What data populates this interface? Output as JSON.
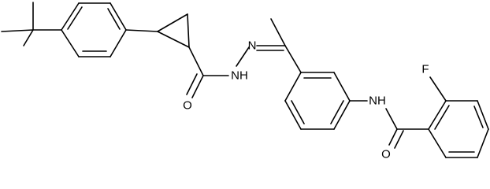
{
  "molecule": {
    "labels": {
      "amide_nh": "NH",
      "amide_o": "O",
      "hydrazone_nh": "NH",
      "imine_n": "N",
      "anilide_nh": "NH",
      "benzamide_o": "O",
      "fluorine": "F"
    }
  }
}
